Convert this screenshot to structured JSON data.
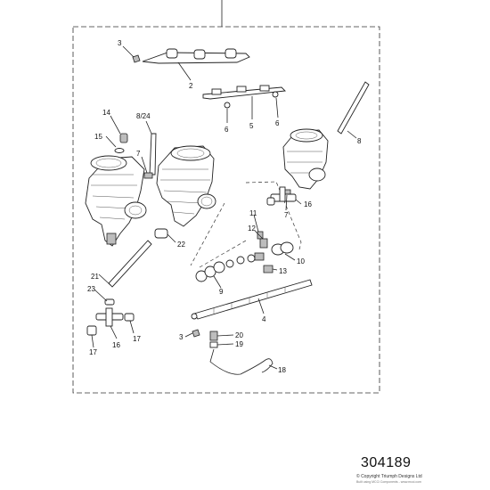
{
  "diagram": {
    "plate_number": "304189",
    "copyright": "© Copyright Triumph Designs Ltd",
    "copyright_note": "Built using MCCi Components - www.mcci.com",
    "callouts": [
      {
        "id": "c3a",
        "text": "3"
      },
      {
        "id": "c2",
        "text": "2"
      },
      {
        "id": "c6a",
        "text": "6"
      },
      {
        "id": "c5",
        "text": "5"
      },
      {
        "id": "c6b",
        "text": "6"
      },
      {
        "id": "c14",
        "text": "14"
      },
      {
        "id": "c824",
        "text": "8/24"
      },
      {
        "id": "c15",
        "text": "15"
      },
      {
        "id": "c7a",
        "text": "7"
      },
      {
        "id": "c8",
        "text": "8"
      },
      {
        "id": "c7b",
        "text": "7"
      },
      {
        "id": "c16a",
        "text": "16"
      },
      {
        "id": "c11",
        "text": "11"
      },
      {
        "id": "c12",
        "text": "12"
      },
      {
        "id": "c22",
        "text": "22"
      },
      {
        "id": "c10",
        "text": "10"
      },
      {
        "id": "c13",
        "text": "13"
      },
      {
        "id": "c21",
        "text": "21"
      },
      {
        "id": "c9",
        "text": "9"
      },
      {
        "id": "c23",
        "text": "23"
      },
      {
        "id": "c4",
        "text": "4"
      },
      {
        "id": "c16b",
        "text": "16"
      },
      {
        "id": "c17a",
        "text": "17"
      },
      {
        "id": "c17b",
        "text": "17"
      },
      {
        "id": "c3b",
        "text": "3"
      },
      {
        "id": "c20",
        "text": "20"
      },
      {
        "id": "c19",
        "text": "19"
      },
      {
        "id": "c18",
        "text": "18"
      }
    ]
  }
}
